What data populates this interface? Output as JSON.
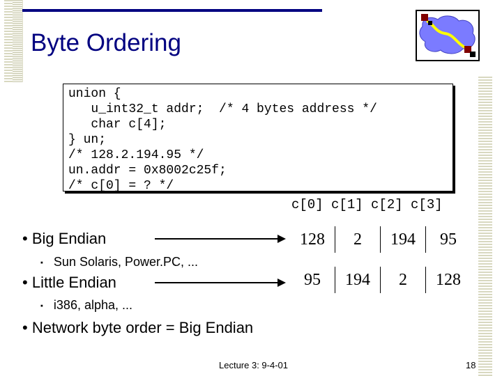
{
  "slide": {
    "title": "Byte Ordering",
    "code_lines": [
      "union {",
      "   u_int32_t addr;  /* 4 bytes address */",
      "   char c[4];",
      "} un;",
      "/* 128.2.194.95 */",
      "un.addr = 0x8002c25f;",
      "/* c[0] = ? */"
    ],
    "column_headers": "c[0] c[1] c[2] c[3]",
    "bullets": {
      "big_endian": "Big Endian",
      "big_endian_sub": "Sun Solaris, Power.PC, ...",
      "little_endian": "Little Endian",
      "little_endian_sub": "i386, alpha, ...",
      "network_order": "Network byte order = Big Endian"
    },
    "byte_rows": [
      [
        "128",
        "2",
        "194",
        "95"
      ],
      [
        "95",
        "194",
        "2",
        "128"
      ]
    ],
    "footer": {
      "lecture": "Lecture 3: 9-4-01",
      "page_number": "18"
    }
  },
  "colors": {
    "title": "#000080",
    "accent_line": "#000080",
    "logo_blob": "#7b7bff",
    "logo_path": "#ffff00",
    "logo_nodes": "#800000"
  },
  "icons": {
    "logo": "network-cloud-icon",
    "bullet": "bullet-dot-icon",
    "arrow": "right-arrow-icon"
  }
}
